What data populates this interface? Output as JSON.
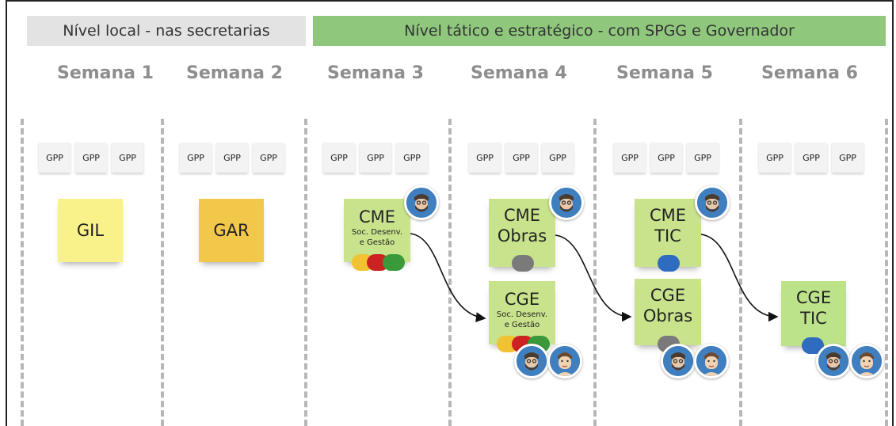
{
  "header": {
    "local": "Nível local - nas secretarias",
    "tatico": "Nível tático e estratégico - com SPGG e Governador"
  },
  "weeks": [
    "Semana 1",
    "Semana 2",
    "Semana 3",
    "Semana 4",
    "Semana 5",
    "Semana 6"
  ],
  "gpp_label": "GPP",
  "notes": {
    "w1": "GIL",
    "w2": "GAR",
    "w3_title": "CME",
    "w3_sub1": "Soc. Desenv.",
    "w3_sub2": "e Gestão",
    "w4_top_title": "CME",
    "w4_top_sub": "Obras",
    "w4_bottom_title": "CGE",
    "w4_bottom_sub1": "Soc. Desenv.",
    "w4_bottom_sub2": "e Gestão",
    "w5_top_title": "CME",
    "w5_top_sub": "TIC",
    "w5_bottom_title": "CGE",
    "w5_bottom_sub": "Obras",
    "w6_title": "CGE",
    "w6_sub": "TIC"
  },
  "colors": {
    "local_header": "#e3e3e3",
    "tatico_header": "#8fc77d",
    "week_text": "#8e8e8e",
    "sticky_yellow": "#f9f28a",
    "sticky_orange": "#f2c84b",
    "sticky_green": "#c9e38c",
    "dot_yellow": "#f1c232",
    "dot_red": "#cc2222",
    "dot_green": "#3a9a3a",
    "dot_gray": "#7a7a7a",
    "dot_blue": "#2f6bbf",
    "avatar_bg": "#3f7fbf"
  },
  "icons": [
    "bearded-man-avatar-icon",
    "man-avatar-icon"
  ]
}
